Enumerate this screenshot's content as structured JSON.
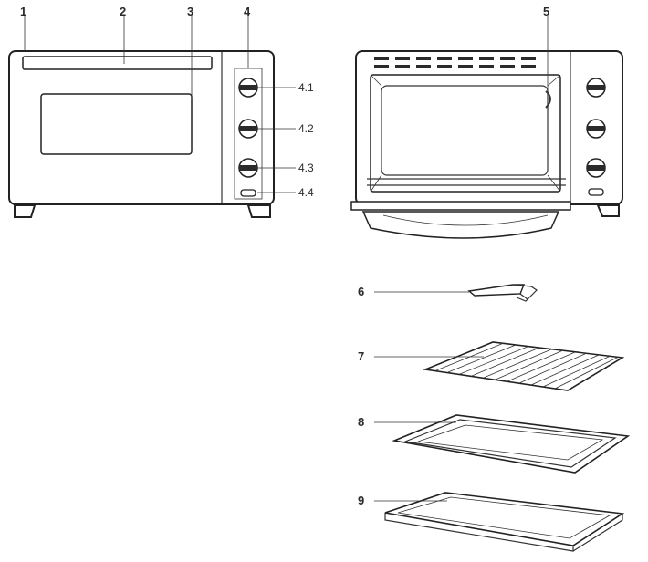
{
  "labels": {
    "l1": "1",
    "l2": "2",
    "l3": "3",
    "l4": "4",
    "l41": "4.1",
    "l42": "4.2",
    "l43": "4.3",
    "l44": "4.4",
    "l5": "5",
    "l6": "6",
    "l7": "7",
    "l8": "8",
    "l9": "9"
  },
  "colors": {
    "ink": "#222222",
    "dark_fill": "#2b2b2b",
    "background": "#ffffff"
  }
}
